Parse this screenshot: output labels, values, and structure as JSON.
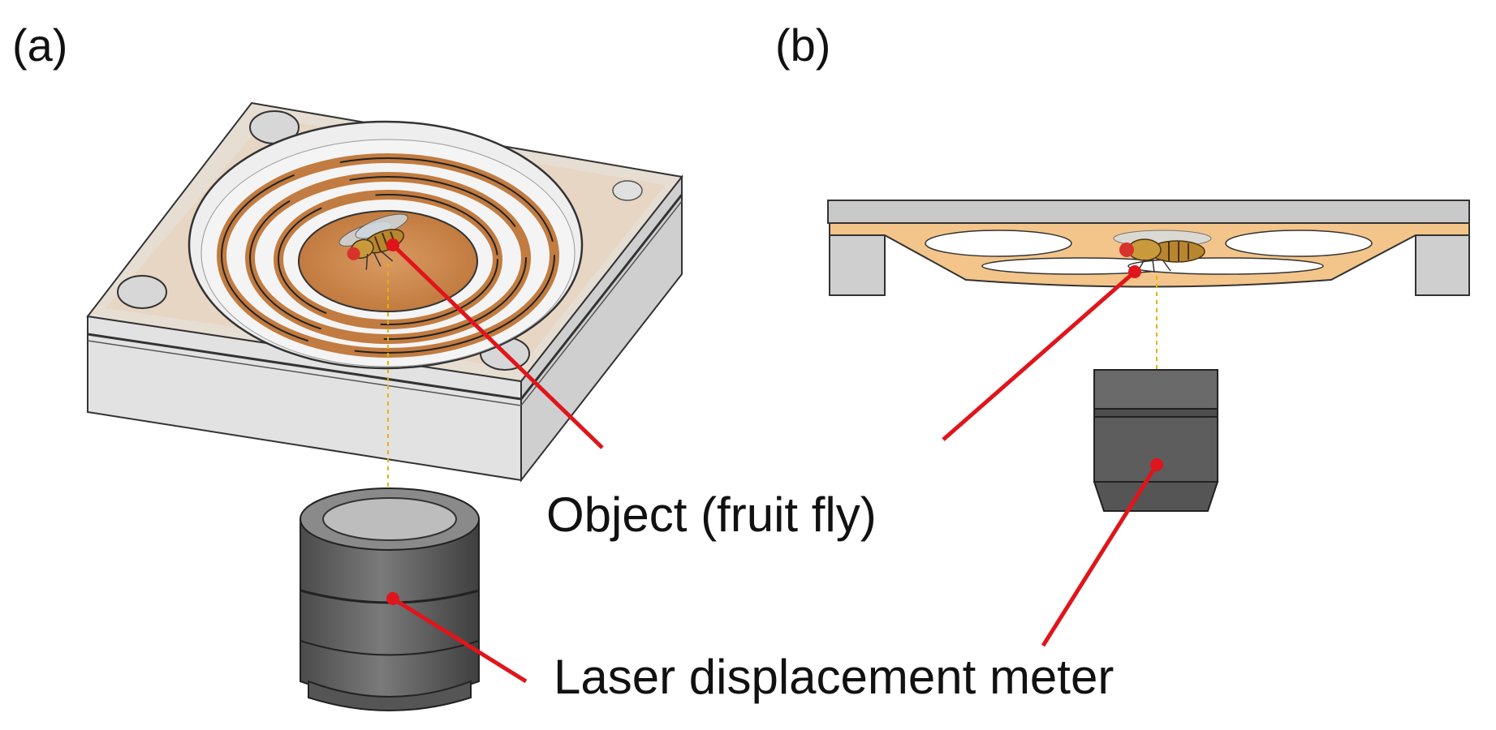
{
  "panels": {
    "a": {
      "label": "(a)"
    },
    "b": {
      "label": "(b)"
    }
  },
  "callouts": {
    "object": "Object (fruit fly)",
    "laser": "Laser displacement meter"
  },
  "colors": {
    "leader_line": "#e0151b",
    "spring": "#f3c58a",
    "housing": "#dddddd",
    "sensor": "#5f5f5f"
  }
}
